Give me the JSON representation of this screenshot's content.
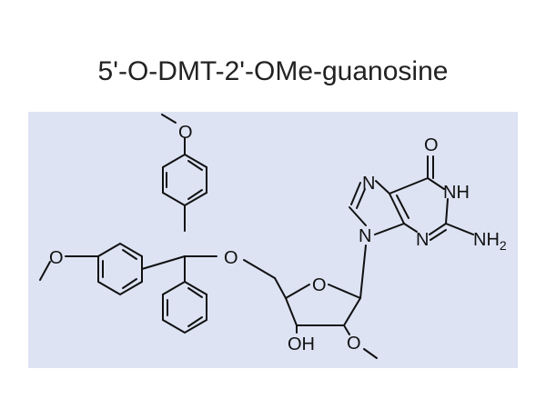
{
  "title": "5'-O-DMT-2'-OMe-guanosine",
  "colors": {
    "panel_background": "#dde3f3",
    "ink": "#111111",
    "title": "#222222"
  },
  "atoms": {
    "o_methoxy_top": "O",
    "o_methoxy_left": "O",
    "o_ether": "O",
    "o_ring": "O",
    "oh": "OH",
    "o_methoxy_2": "O",
    "n7": "N",
    "n9": "N",
    "n3": "N",
    "nh": "NH",
    "nh2": "NH",
    "nh2_sub": "2",
    "o_carbonyl": "O"
  }
}
